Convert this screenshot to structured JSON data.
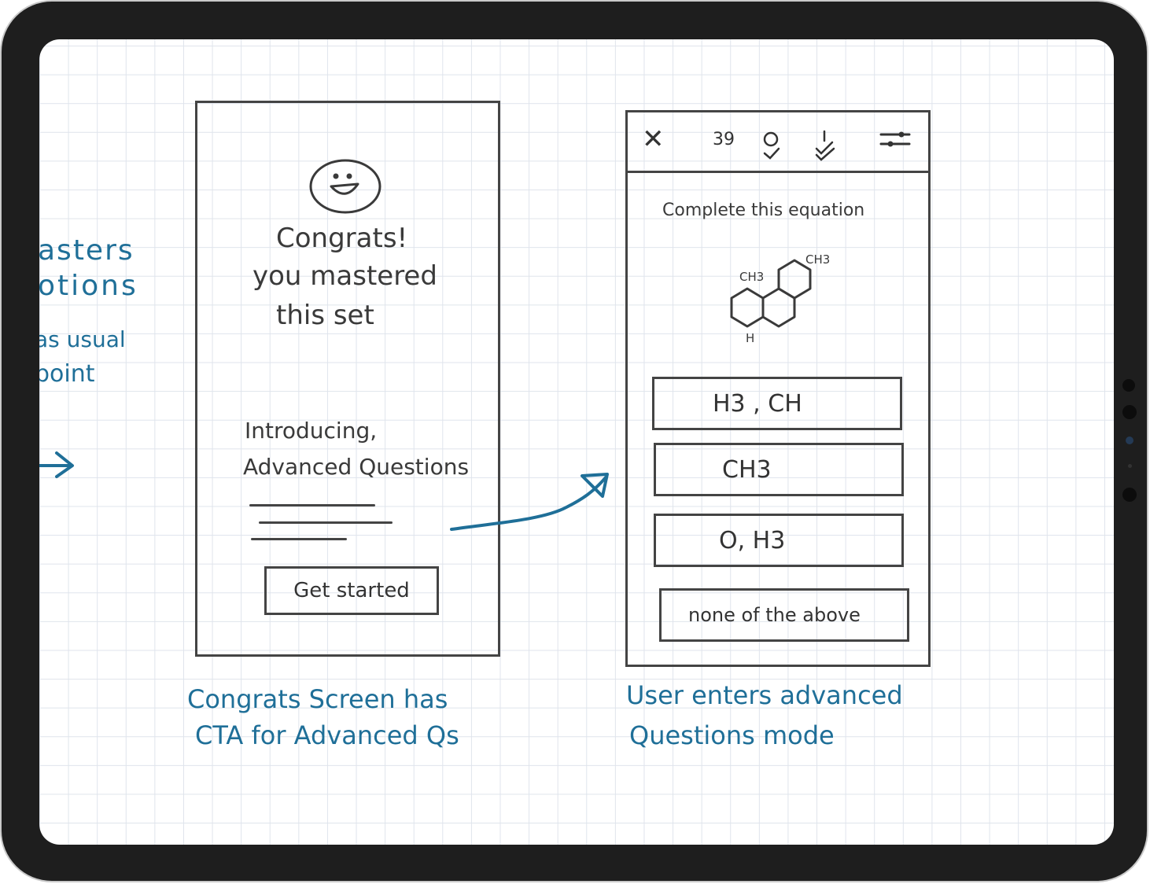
{
  "left_notes": {
    "lines": [
      "asters",
      "otions",
      "as usual",
      "point"
    ]
  },
  "congrats_screen": {
    "heading": [
      "Congrats!",
      "you mastered",
      "this set"
    ],
    "intro": [
      "Introducing,",
      "Advanced Questions"
    ],
    "cta_label": "Get started"
  },
  "question_screen": {
    "toolbar": {
      "close_icon": "close-icon",
      "count": "39",
      "lightbulb_icon": "hint-icon",
      "double_check_icon": "double-check-icon",
      "settings_icon": "sliders-icon"
    },
    "prompt": "Complete this equation",
    "molecule_labels": {
      "ch3_left": "CH3",
      "ch3_right": "CH3",
      "h": "H"
    },
    "options": [
      "H3 , CH",
      "CH3",
      "O, H3",
      "none of the above"
    ]
  },
  "captions": {
    "left": [
      "Congrats Screen has",
      "CTA for Advanced Qs"
    ],
    "right": [
      "User enters advanced",
      "Questions mode"
    ]
  },
  "colors": {
    "ink": "#3a3a3a",
    "annotation_blue": "#1f6f98",
    "grid": "#dfe4ec",
    "bezel": "#1e1e1e"
  }
}
